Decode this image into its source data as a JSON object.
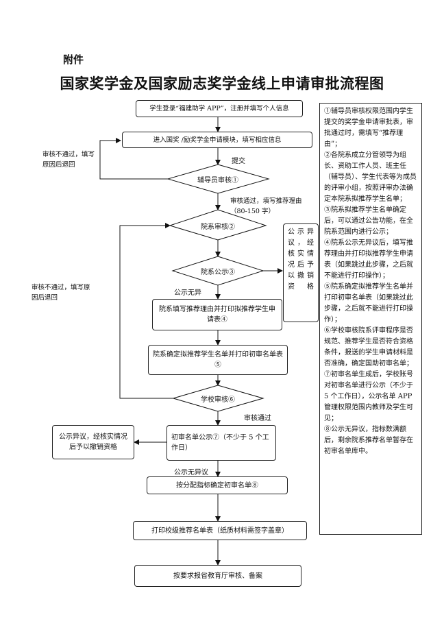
{
  "header": {
    "attachment_label": "附件",
    "title": "国家奖学金及国家励志奖学金线上申请审批流程图"
  },
  "flow": {
    "step1": "学生登录“福建助学 APP”，注册并填写个人信息",
    "step2": "进入国奖 /励奖学金申请模块，填写相应信息",
    "label_submit": "提交",
    "decision1": "辅导员审核①",
    "label_pass1": "审核通过，填写推荐理由（80-150 字）",
    "reject1": "审核不通过，填写原因后退回",
    "decision2": "院系审核②",
    "objection_box": "公示异议，经核实情况后予以撤销资格",
    "decision3": "院系公示③",
    "label_no_objection1": "公示无异",
    "reject2": "审核不通过，填写原因后退回",
    "step3": "院系填写推荐理由并打印拟推荐学生申请表④",
    "step4": "院系确定拟推荐学生名单并打印初审名单表⑤",
    "decision4": "学校审核⑥",
    "label_pass2": "审核通过",
    "objection_box2": "公示异议，经核实情况后予以撤销资格",
    "step5": "初审名单公示⑦（不少于 5 个工作日）",
    "label_no_objection2": "公示无异议",
    "step6": "按分配指标确定初审名单⑧",
    "step7": "打印校级推荐名单表（纸质材料需签字盖章）",
    "step8": "按要求报省教育厅审核、备案"
  },
  "notes": [
    "①辅导员审核权限范围内学生提交的奖学金申请审批表，审批通过时，需填写“推荐理由”；",
    "②各院系成立分管领导为组长、资助工作人员、班主任（辅导员）、学生代表等为成员的评审小组，按照评审办法确定本院系拟推荐学生名单；",
    "③院系拟推荐学生名单确定后，可以通过公告功能，在全院系范围内进行公示；",
    "④院系公示无异议后，填写推荐理由并打印拟推荐学生申请表（如果跳过此步骤，之后就不能进行打印操作）；",
    "⑤院系确定拟推荐学生名单并打印初审名单表（如果跳过此步骤，之后就不能进行打印操作）；",
    "⑥学校审核院系评审程序是否规范、推荐学生是否符合资格条件，报送的学生申请材料是否准确，确定国助初审名单；",
    "⑦初审名单生成后，学校账号对初审名单进行公示（不少于 5 个工作日），公示名单 APP 管理权限范围内教师及学生可见；",
    "⑧公示无异议，指标数满额后，剩余院系推荐名单暂存在初审名单库中。"
  ]
}
